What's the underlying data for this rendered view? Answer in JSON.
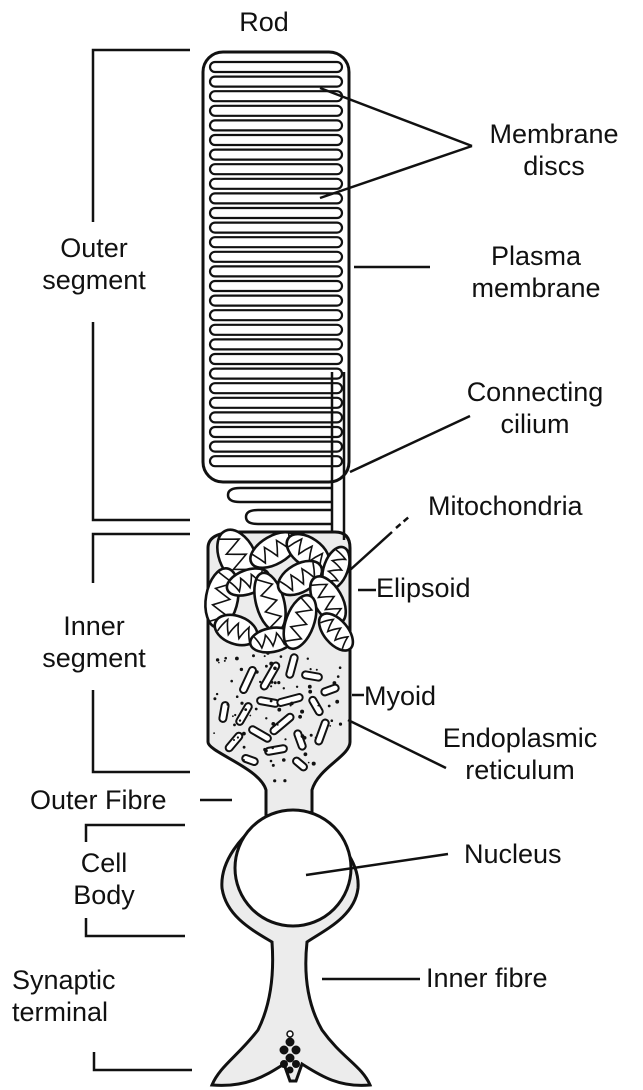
{
  "diagram": {
    "title": "Rod",
    "labels": {
      "outer_segment": "Outer\nsegment",
      "inner_segment": "Inner\nsegment",
      "outer_fibre": "Outer Fibre",
      "cell_body": "Cell\nBody",
      "synaptic_terminal": "Synaptic\nterminal",
      "membrane_discs": "Membrane\ndiscs",
      "plasma_membrane": "Plasma\nmembrane",
      "connecting_cilium": "Connecting\ncilium",
      "mitochondria": "Mitochondria",
      "elipsoid": "Elipsoid",
      "myoid": "Myoid",
      "endoplasmic_reticulum": "Endoplasmic\nreticulum",
      "nucleus": "Nucleus",
      "inner_fibre": "Inner fibre"
    },
    "colors": {
      "stroke": "#111111",
      "cell_fill": "#ececec",
      "background": "#ffffff"
    }
  }
}
